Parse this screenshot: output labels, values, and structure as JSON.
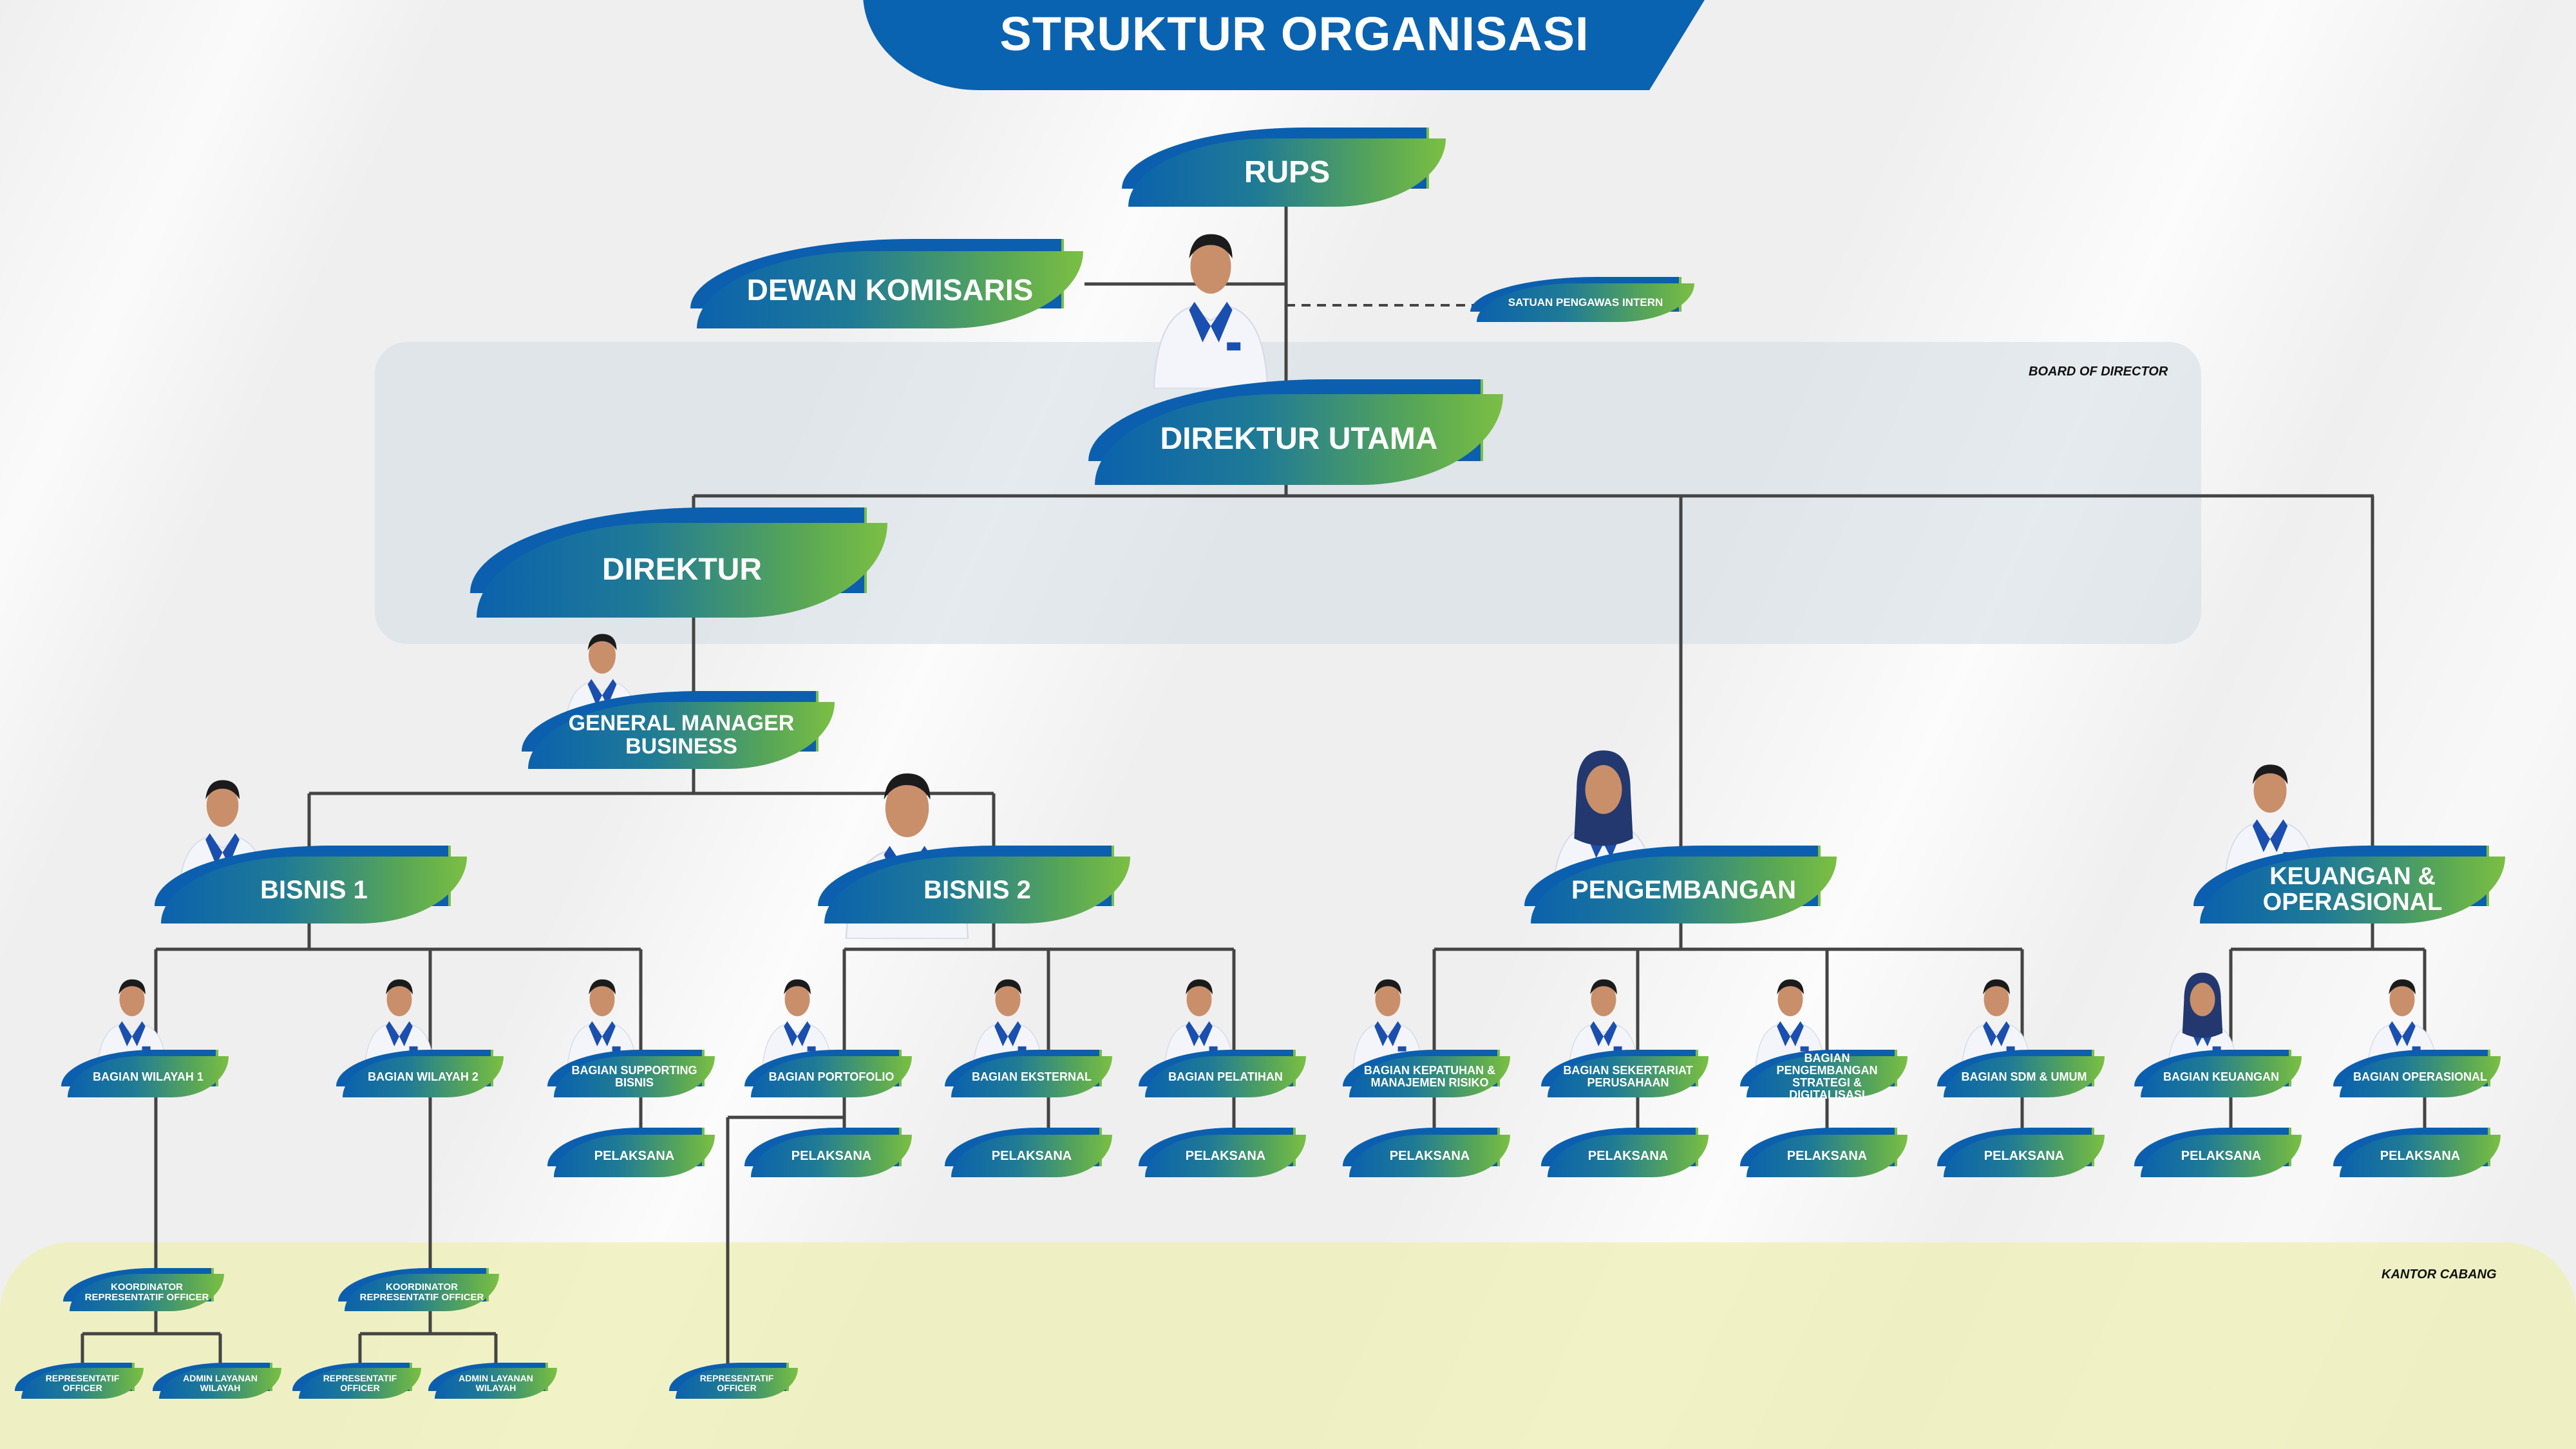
{
  "title": "STRUKTUR ORGANISASI",
  "rups": "RUPS",
  "dewan_komisaris": "DEWAN KOMISARIS",
  "satuan_pengawas_intern": "SATUAN PENGAWAS INTERN",
  "board_label": "BOARD OF DIRECTOR",
  "direktur_utama": "DIREKTUR UTAMA",
  "direktur": "DIREKTUR",
  "general_manager": "GENERAL MANAGER BUSINESS",
  "divisions": {
    "bisnis1": "BISNIS 1",
    "bisnis2": "BISNIS 2",
    "pengembangan": "PENGEMBANGAN",
    "keuangan": "KEUANGAN & OPERASIONAL"
  },
  "bagian": [
    "BAGIAN WILAYAH 1",
    "BAGIAN WILAYAH 2",
    "BAGIAN SUPPORTING BISNIS",
    "BAGIAN PORTOFOLIO",
    "BAGIAN EKSTERNAL",
    "BAGIAN PELATIHAN",
    "BAGIAN KEPATUHAN & MANAJEMEN RISIKO",
    "BAGIAN SEKERTARIAT PERUSAHAAN",
    "BAGIAN PENGEMBANGAN STRATEGI & DIGITALISASI",
    "BAGIAN SDM & UMUM",
    "BAGIAN KEUANGAN",
    "BAGIAN OPERASIONAL"
  ],
  "pelaksana": "PELAKSANA",
  "kantor_cabang_label": "KANTOR CABANG",
  "koordinator": "KOORDINATOR REPRESENTATIF OFFICER",
  "representatif_officer": "REPRESENTATIF OFFICER",
  "admin_layanan_wilayah": "ADMIN LAYANAN WILAYAH",
  "colors": {
    "blue": "#0b62ad",
    "green": "#7bbf43",
    "line": "#444444"
  }
}
